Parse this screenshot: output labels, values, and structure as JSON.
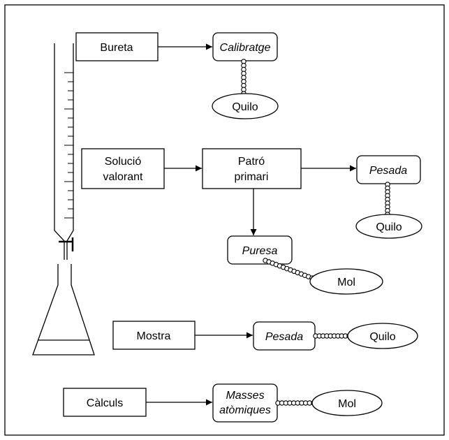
{
  "boxes": {
    "bureta": "Bureta",
    "solucio_line1": "Solució",
    "solucio_line2": "valorant",
    "patro_line1": "Patró",
    "patro_line2": "primari",
    "mostra": "Mostra",
    "calculs": "Càlculs"
  },
  "factors": {
    "calibratge": "Calibratge",
    "pesada_patro": "Pesada",
    "puresa": "Puresa",
    "pesada_mostra": "Pesada",
    "masses_line1": "Masses",
    "masses_line2": "atòmiques"
  },
  "units": {
    "quilo_calibratge": "Quilo",
    "quilo_pesada_patro": "Quilo",
    "mol_puresa": "Mol",
    "quilo_pesada_mostra": "Quilo",
    "mol_masses": "Mol"
  }
}
